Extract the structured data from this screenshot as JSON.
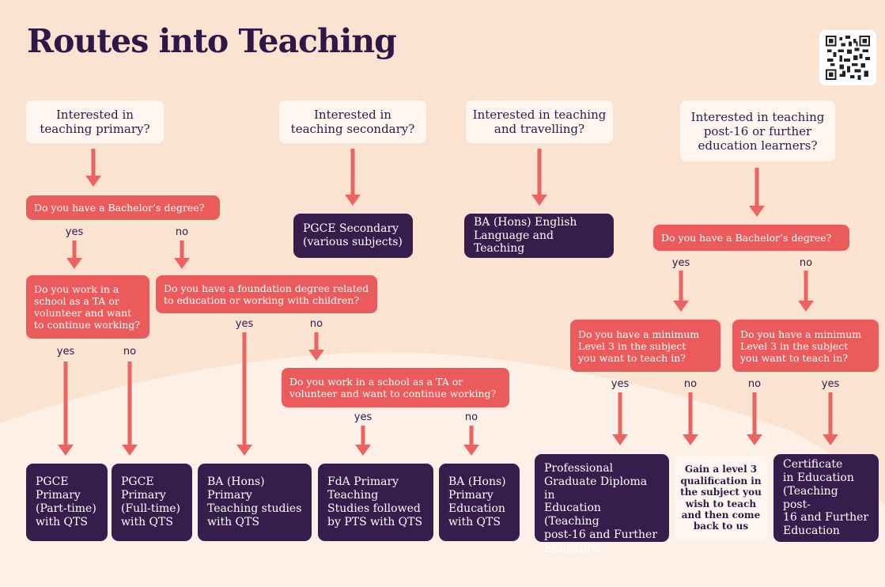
{
  "title": "Routes into Teaching",
  "colors": {
    "background": "#fbe3d2",
    "question_box": "#fff7ef",
    "decision_box": "#eb5b5b",
    "outcome_box": "#361d4c",
    "arrow": "#eb6462",
    "text_dark": "#2e1848"
  },
  "icons": {
    "qr": "qr-code-icon"
  },
  "questions": {
    "primary": "Interested in\nteaching primary?",
    "secondary": "Interested in\nteaching secondary?",
    "travel": "Interested in teaching\nand travelling?",
    "post16": "Interested in teaching\npost-16 or further\neducation learners?"
  },
  "decisions": {
    "bachelor_primary": "Do you have a Bachelor’s degree?",
    "ta_school": "Do you work in a\nschool as a TA or\nvolunteer and want\nto continue working?",
    "foundation": "Do you have a foundation degree related\nto education or working with children?",
    "ta_foundation": "Do you work in a school as a TA or\nvolunteer and want to continue working?",
    "bachelor_post16": "Do you have a Bachelor’s degree?",
    "level3_yes": "Do you have a minimum\nLevel 3 in the subject\nyou want to teach in?",
    "level3_no": "Do you have a minimum\nLevel 3 in the subject\nyou want to teach in?"
  },
  "outcomes": {
    "pgce_secondary": "PGCE Secondary\n(various subjects)",
    "ba_english": "BA (Hons) English\nLanguage and Teaching",
    "pgce_parttime": "PGCE\nPrimary\n(Part-time)\nwith QTS",
    "pgce_fulltime": "PGCE\nPrimary\n(Full-time)\nwith QTS",
    "ba_teaching_studies": "BA (Hons)\nPrimary\nTeaching studies\nwith QTS",
    "fda_primary": "FdA Primary\nTeaching\nStudies followed\nby PTS with QTS",
    "ba_primary_education": "BA (Hons)\nPrimary\nEducation\nwith QTS",
    "pgde": "Professional\nGraduate Diploma in\nEducation (Teaching\npost-16 and Further\nEducation",
    "gain_level3": "Gain a level 3\nqualification in\nthe subject you\nwish to teach\nand then come\nback to us",
    "cert_education": "Certificate\nin Education\n(Teaching post-\n16 and Further\nEducation"
  },
  "labels": {
    "yes": "yes",
    "no": "no"
  }
}
